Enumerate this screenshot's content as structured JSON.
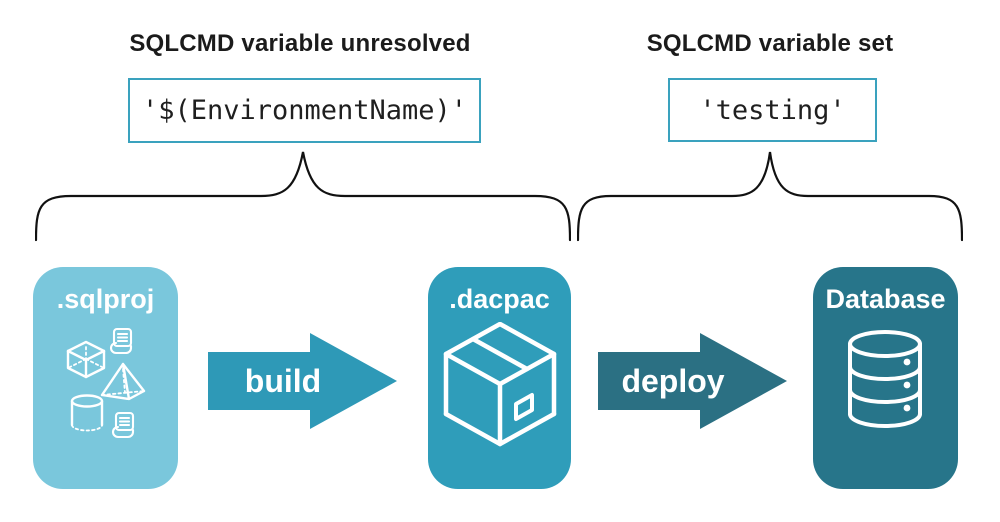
{
  "annotations": {
    "left": {
      "title": "SQLCMD variable unresolved",
      "code": "'$(EnvironmentName)'"
    },
    "right": {
      "title": "SQLCMD variable set",
      "code": "'testing'"
    }
  },
  "pipeline": {
    "nodes": [
      {
        "label": ".sqlproj",
        "color": "#7AC7DC",
        "icons": [
          "cube-icon",
          "pyramid-icon",
          "cylinder-icon",
          "script-icon",
          "script-icon"
        ]
      },
      {
        "label": ".dacpac",
        "color": "#2F9DBA",
        "icons": [
          "package-icon"
        ]
      },
      {
        "label": "Database",
        "color": "#27758A",
        "icons": [
          "database-icon"
        ]
      }
    ],
    "arrows": [
      {
        "label": "build",
        "color": "#2E99B7"
      },
      {
        "label": "deploy",
        "color": "#2B7083"
      }
    ]
  },
  "colors": {
    "background": "#FFFFFF",
    "heading_text": "#1B1B1B",
    "code_text": "#1F1F1F",
    "code_box_border": "#3AA2BE",
    "brace": "#111111",
    "node_text": "#FFFFFF"
  }
}
